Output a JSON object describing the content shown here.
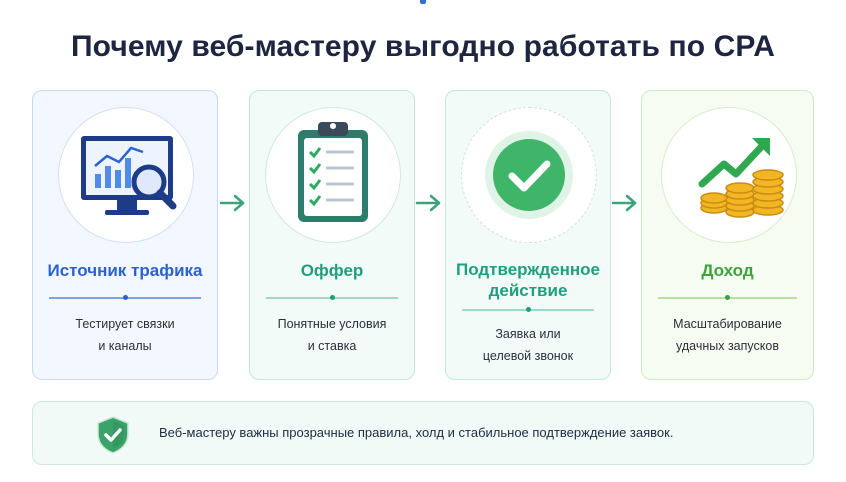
{
  "title": "Почему веб-мастеру выгодно работать по CPA",
  "cards": [
    {
      "title": "Источник трафика",
      "desc": [
        "Тестирует связки",
        "и каналы"
      ],
      "icon": "monitor-chart-magnifier-icon",
      "accent": "#2a62d4"
    },
    {
      "title": "Оффер",
      "desc": [
        "Понятные условия",
        "и ставка"
      ],
      "icon": "clipboard-checklist-icon",
      "accent": "#1f9f7f"
    },
    {
      "title_lines": [
        "Подтвержденное",
        "действие"
      ],
      "desc": [
        "Заявка или",
        "целевой звонок"
      ],
      "icon": "check-circle-icon",
      "accent": "#1f9f7f"
    },
    {
      "title": "Доход",
      "desc": [
        "Масштабирование",
        "удачных запусков"
      ],
      "icon": "coins-growth-arrow-icon",
      "accent": "#3aa33a"
    }
  ],
  "arrow_icon": "arrow-right-icon",
  "arrow_color": "#3aa37a",
  "note": {
    "icon": "shield-check-icon",
    "text": "Веб-мастеру важны прозрачные правила, холд и стабильное подтверждение заявок."
  }
}
